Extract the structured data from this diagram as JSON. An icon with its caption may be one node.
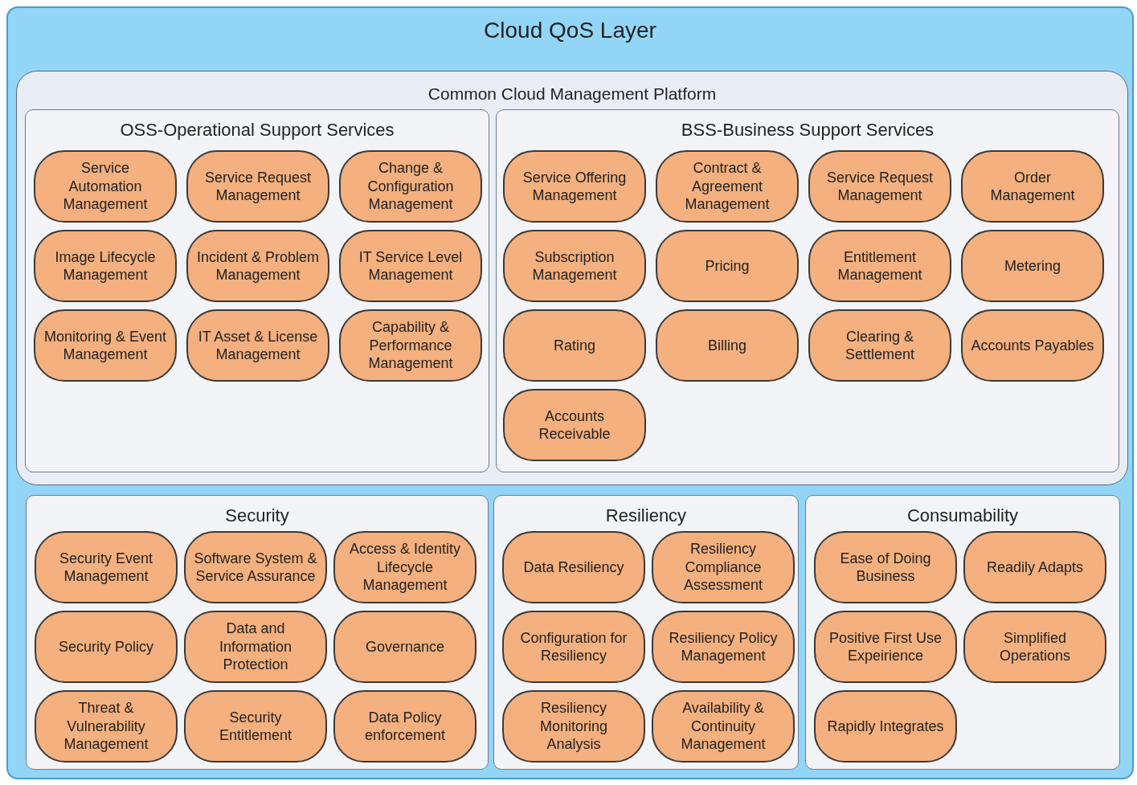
{
  "diagram": {
    "nodes": [
      {
        "text": [
          "Cloud QoS Layer"
        ]
      },
      {
        "text": [
          "Common Cloud Management Platform"
        ],
        "in": 0
      },
      {
        "text": [
          "OSS-Operational Support Services"
        ],
        "in": 1
      },
      {
        "text": [
          "Service Automation Management"
        ],
        "in": 2
      },
      {
        "text": [
          "Service Request Management"
        ],
        "in": 2
      },
      {
        "text": [
          "Change & Configuration Management"
        ],
        "in": 2
      },
      {
        "text": [
          "Image Lifecycle Management"
        ],
        "in": 2
      },
      {
        "text": [
          "Incident & Problem Management"
        ],
        "in": 2
      },
      {
        "text": [
          "IT Service Level Management"
        ],
        "in": 2
      },
      {
        "text": [
          "Monitoring & Event Management"
        ],
        "in": 2
      },
      {
        "text": [
          "IT Asset & License Management"
        ],
        "in": 2
      },
      {
        "text": [
          "Capability & Performance Management"
        ],
        "in": 2
      },
      {
        "text": [
          "BSS-Business Support Services"
        ],
        "in": 1
      },
      {
        "text": [
          "Service Offering Management"
        ],
        "in": 12
      },
      {
        "text": [
          "Contract & Agreement Management"
        ],
        "in": 12
      },
      {
        "text": [
          "Service Request Management"
        ],
        "in": 12
      },
      {
        "text": [
          "Order Management"
        ],
        "in": 12
      },
      {
        "text": [
          "Subscription Management"
        ],
        "in": 12
      },
      {
        "text": [
          "Pricing"
        ],
        "in": 12
      },
      {
        "text": [
          "Entitlement Management"
        ],
        "in": 12
      },
      {
        "text": [
          "Metering"
        ],
        "in": 12
      },
      {
        "text": [
          "Rating"
        ],
        "in": 12
      },
      {
        "text": [
          "Billing"
        ],
        "in": 12
      },
      {
        "text": [
          "Clearing & Settlement"
        ],
        "in": 12
      },
      {
        "text": [
          "Accounts Payables"
        ],
        "in": 12
      },
      {
        "text": [
          "Accounts Receivable"
        ],
        "in": 12
      },
      {
        "text": [
          "Security"
        ],
        "in": 0
      },
      {
        "text": [
          "Security Event Management"
        ],
        "in": 26
      },
      {
        "text": [
          "Software System & Service Assurance"
        ],
        "in": 26
      },
      {
        "text": [
          "Access & Identity Lifecycle Management"
        ],
        "in": 26
      },
      {
        "text": [
          "Security Policy"
        ],
        "in": 26
      },
      {
        "text": [
          "Data and Information Protection"
        ],
        "in": 26
      },
      {
        "text": [
          "Governance"
        ],
        "in": 26
      },
      {
        "text": [
          "Threat & Vulnerability Management"
        ],
        "in": 26
      },
      {
        "text": [
          "Security Entitlement"
        ],
        "in": 26
      },
      {
        "text": [
          "Data Policy enforcement"
        ],
        "in": 26
      },
      {
        "text": [
          "Resiliency"
        ],
        "in": 0
      },
      {
        "text": [
          "Data Resiliency"
        ],
        "in": 36
      },
      {
        "text": [
          "Resiliency Compliance Assessment"
        ],
        "in": 36
      },
      {
        "text": [
          "Configuration for Resiliency"
        ],
        "in": 36
      },
      {
        "text": [
          "Resiliency Policy Management"
        ],
        "in": 36
      },
      {
        "text": [
          "Resiliency Monitoring Analysis"
        ],
        "in": 36
      },
      {
        "text": [
          "Availability & Continuity Management"
        ],
        "in": 36
      },
      {
        "text": [
          "Consumability"
        ],
        "in": 0
      },
      {
        "text": [
          "Ease of Doing Business"
        ],
        "in": 43
      },
      {
        "text": [
          "Readily Adapts"
        ],
        "in": 43
      },
      {
        "text": [
          "Positive First Use Expeirience"
        ],
        "in": 43
      },
      {
        "text": [
          "Simplified Operations"
        ],
        "in": 43
      },
      {
        "text": [
          "Rapidly Integrates"
        ],
        "in": 43
      }
    ]
  }
}
